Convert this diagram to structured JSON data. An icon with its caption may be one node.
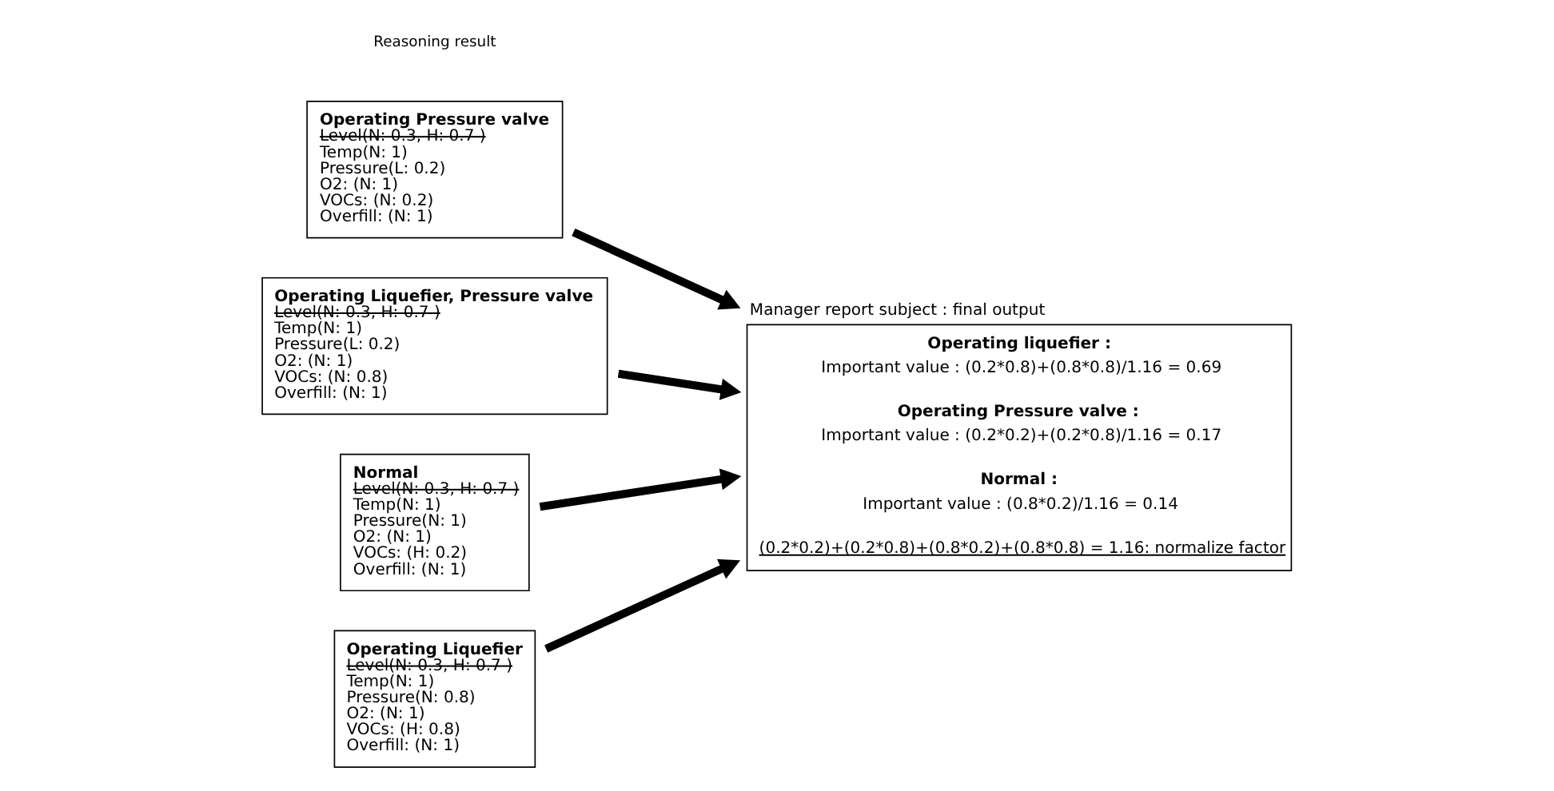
{
  "diagram": {
    "nodes": [
      {
        "text": [
          "Operating Pressure valve",
          "Level(N: 0.3, H: 0.7 )",
          "Temp(N: 1)",
          "Pressure(L: 0.2)",
          "O2: (N: 1)",
          "VOCs: (N: 0.2)",
          "Overfill: (N: 1)"
        ]
      },
      {
        "text": [
          "Operating Liquefier, Pressure valve",
          "Level(N: 0.3, H: 0.7 )",
          "Temp(N: 1)",
          "Pressure(L: 0.2)",
          "O2: (N: 1)",
          "VOCs: (N: 0.8)",
          "Overfill: (N: 1)"
        ]
      },
      {
        "text": [
          "Normal",
          "Level(N: 0.3, H: 0.7 )",
          "Temp(N: 1)",
          "Pressure(N: 1)",
          "O2: (N: 1)",
          "VOCs: (H: 0.2)",
          "Overfill: (N: 1)"
        ]
      },
      {
        "text": [
          "Operating Liquefier",
          "Level(N: 0.3, H: 0.7 )",
          "Temp(N: 1)",
          "Pressure(N: 0.8)",
          "O2: (N: 1)",
          "VOCs: (H: 0.8)",
          "Overfill: (N: 1)"
        ]
      },
      {
        "text": [
          "Manager report subject : final output",
          "Operating liquefier :",
          "Important value : (0.2*0.8)+(0.8*0.8)/1.16 = 0.69",
          "Operating Pressure valve :",
          "Important value : (0.2*0.2)+(0.2*0.8)/1.16 = 0.17",
          "Normal :",
          "Important value : (0.8*0.2)/1.16 = 0.14",
          "(0.2*0.2)+(0.2*0.8)+(0.8*0.2)+(0.8*0.8) = 1.16: normalize factor"
        ]
      }
    ],
    "edges": [
      {
        "from": 0,
        "to": 4,
        "arrow": "to"
      },
      {
        "from": 1,
        "to": 4,
        "arrow": "to"
      },
      {
        "from": 2,
        "to": 4,
        "arrow": "to"
      },
      {
        "from": 3,
        "to": 4,
        "arrow": "to"
      }
    ],
    "labels": [
      "Reasoning result"
    ]
  }
}
